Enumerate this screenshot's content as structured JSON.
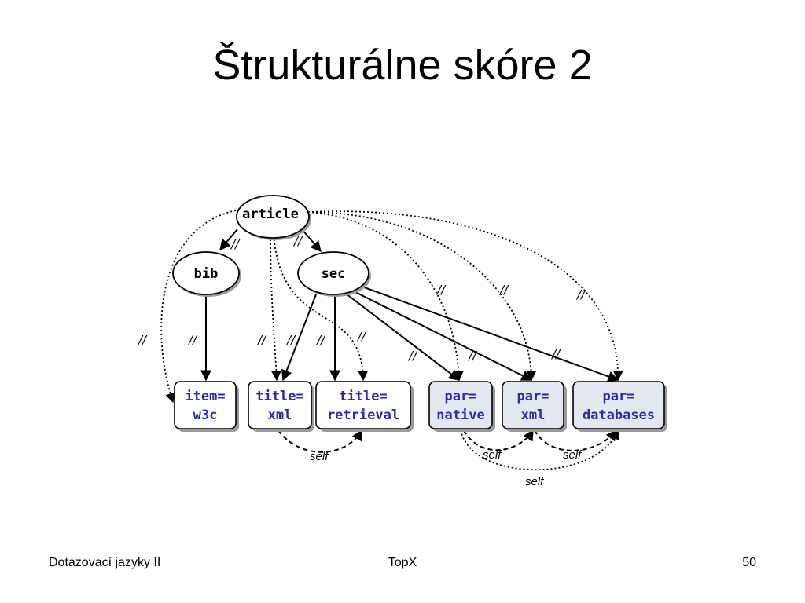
{
  "slide": {
    "title": "Štrukturálne skóre 2"
  },
  "diagram": {
    "colors": {
      "ellipse_fill": "#ffffff",
      "box_fill": "#ffffff",
      "box_fill_highlight": "#e3e7ef",
      "element_text": "#000000",
      "value_text": "#2a2aa8",
      "edge": "#000000",
      "shadow": "#9a9a9a"
    },
    "nodes": {
      "article": "article",
      "bib": "bib",
      "sec": "sec"
    },
    "boxes": [
      {
        "key": "item-w3c",
        "line1": "item=",
        "line2": "w3c",
        "highlight": false
      },
      {
        "key": "title-xml",
        "line1": "title=",
        "line2": "xml",
        "highlight": false
      },
      {
        "key": "title-retrieval",
        "line1": "title=",
        "line2": "retrieval",
        "highlight": false
      },
      {
        "key": "par-native",
        "line1": "par=",
        "line2": "native",
        "highlight": true
      },
      {
        "key": "par-xml",
        "line1": "par=",
        "line2": "xml",
        "highlight": true
      },
      {
        "key": "par-databases",
        "line1": "par=",
        "line2": "databases",
        "highlight": true
      }
    ],
    "descendant_mark": "//",
    "self_label": "self"
  },
  "footer": {
    "left": "Dotazovací jazyky II",
    "center": "TopX",
    "right": "50"
  }
}
